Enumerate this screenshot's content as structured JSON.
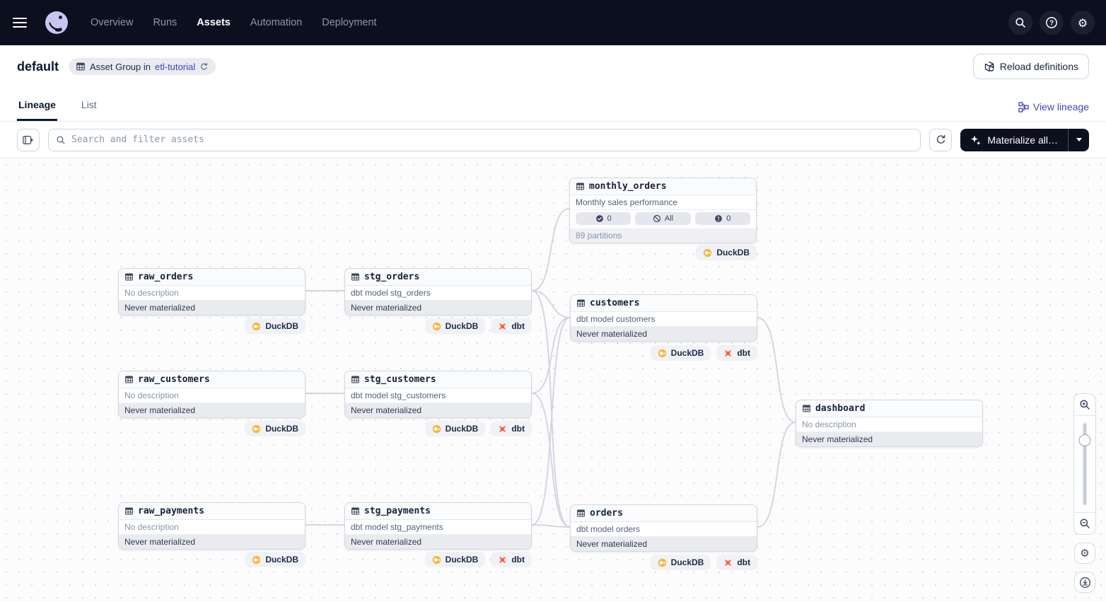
{
  "nav": {
    "items": [
      {
        "label": "Overview",
        "active": false
      },
      {
        "label": "Runs",
        "active": false
      },
      {
        "label": "Assets",
        "active": true
      },
      {
        "label": "Automation",
        "active": false
      },
      {
        "label": "Deployment",
        "active": false
      }
    ]
  },
  "header": {
    "title": "default",
    "group_badge": {
      "prefix": "Asset Group in",
      "link": "etl-tutorial"
    },
    "reload_label": "Reload definitions"
  },
  "tabs": {
    "items": [
      {
        "label": "Lineage",
        "active": true
      },
      {
        "label": "List",
        "active": false
      }
    ],
    "view_lineage": "View lineage"
  },
  "toolbar": {
    "search_placeholder": "Search and filter assets",
    "materialize_label": "Materialize all…"
  },
  "badge_labels": {
    "duckdb": "DuckDB",
    "dbt": "dbt"
  },
  "graph": {
    "nodes": [
      {
        "id": "monthly_orders",
        "title": "monthly_orders",
        "description": "Monthly sales performance",
        "pills": [
          {
            "icon": "check-circle",
            "label": "0"
          },
          {
            "icon": "slash-circle",
            "label": "All"
          },
          {
            "icon": "alert-circle",
            "label": "0"
          }
        ],
        "footer": "89 partitions",
        "badges": [
          "DuckDB"
        ]
      },
      {
        "id": "raw_orders",
        "title": "raw_orders",
        "description": "No description",
        "footer": "Never materialized",
        "badges": [
          "DuckDB"
        ]
      },
      {
        "id": "stg_orders",
        "title": "stg_orders",
        "description": "dbt model stg_orders",
        "footer": "Never materialized",
        "badges": [
          "DuckDB",
          "dbt"
        ]
      },
      {
        "id": "customers",
        "title": "customers",
        "description": "dbt model customers",
        "footer": "Never materialized",
        "badges": [
          "DuckDB",
          "dbt"
        ]
      },
      {
        "id": "raw_customers",
        "title": "raw_customers",
        "description": "No description",
        "footer": "Never materialized",
        "badges": [
          "DuckDB"
        ]
      },
      {
        "id": "stg_customers",
        "title": "stg_customers",
        "description": "dbt model stg_customers",
        "footer": "Never materialized",
        "badges": [
          "DuckDB",
          "dbt"
        ]
      },
      {
        "id": "dashboard",
        "title": "dashboard",
        "description": "No description",
        "footer": "Never materialized",
        "badges": []
      },
      {
        "id": "raw_payments",
        "title": "raw_payments",
        "description": "No description",
        "footer": "Never materialized",
        "badges": [
          "DuckDB"
        ]
      },
      {
        "id": "stg_payments",
        "title": "stg_payments",
        "description": "dbt model stg_payments",
        "footer": "Never materialized",
        "badges": [
          "DuckDB",
          "dbt"
        ]
      },
      {
        "id": "orders",
        "title": "orders",
        "description": "dbt model orders",
        "footer": "Never materialized",
        "badges": [
          "DuckDB",
          "dbt"
        ]
      }
    ],
    "edges": [
      [
        "raw_orders",
        "stg_orders"
      ],
      [
        "raw_customers",
        "stg_customers"
      ],
      [
        "raw_payments",
        "stg_payments"
      ],
      [
        "stg_orders",
        "monthly_orders"
      ],
      [
        "stg_orders",
        "customers"
      ],
      [
        "stg_orders",
        "orders"
      ],
      [
        "stg_customers",
        "customers"
      ],
      [
        "stg_customers",
        "orders"
      ],
      [
        "stg_payments",
        "customers"
      ],
      [
        "stg_payments",
        "orders"
      ],
      [
        "customers",
        "dashboard"
      ],
      [
        "orders",
        "dashboard"
      ]
    ]
  },
  "colors": {
    "nav_bg": "#0c101e",
    "link": "#4541c8",
    "duckdb": "#f6b73c",
    "dbt": "#ff5c35",
    "edge": "#d4d7df"
  }
}
